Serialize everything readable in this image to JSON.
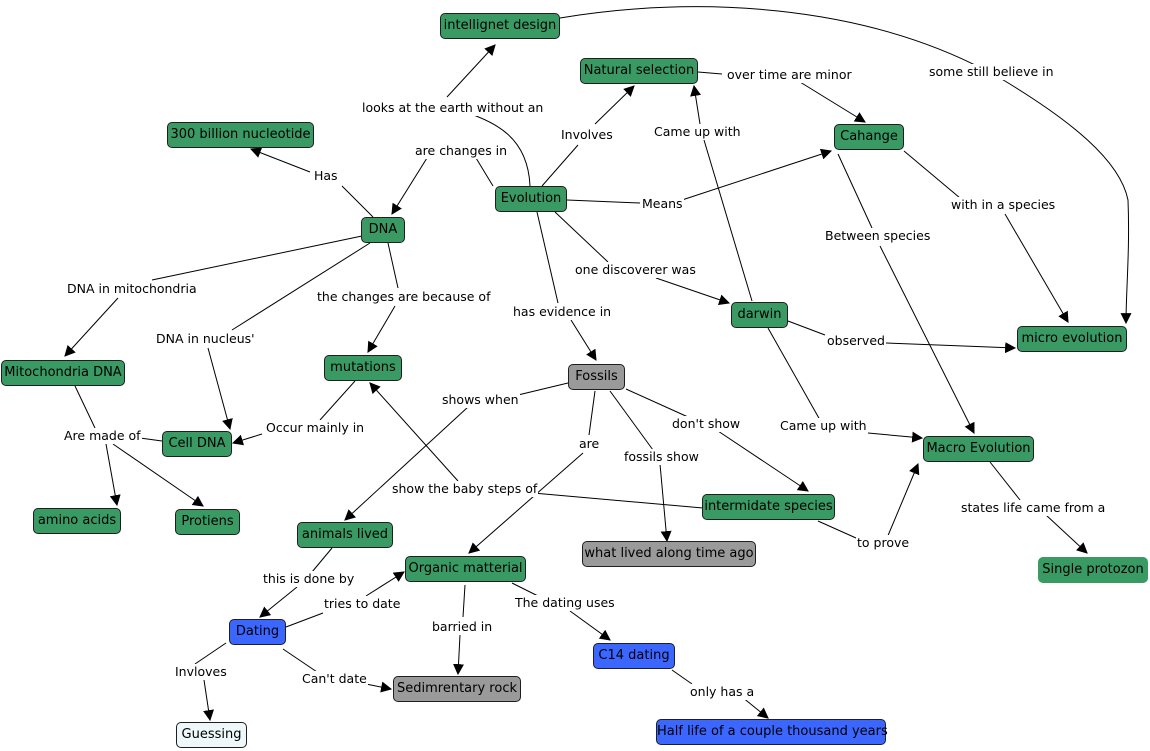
{
  "colors": {
    "green": "#3a9a64",
    "gray": "#9a9a9a",
    "blue": "#3b66ff",
    "pale": "#eef7f9"
  },
  "nodes": {
    "intelligent_design": "intellignet design",
    "natural_selection": "Natural selection",
    "nucleotide": "300 billion nucleotide",
    "cahange": "Cahange",
    "evolution": "Evolution",
    "dna": "DNA",
    "darwin": "darwin",
    "micro_evolution": "micro evolution",
    "mutations": "mutations",
    "mito_dna": "Mitochondria DNA",
    "fossils": "Fossils",
    "cell_dna": "Cell DNA",
    "macro_evolution": "Macro Evolution",
    "amino_acids": "amino acids",
    "protiens": "Protiens",
    "intermidate_species": "intermidate species",
    "animals_lived": "animals lived",
    "what_lived": "what lived along time ago",
    "organic_matterial": "Organic matterial",
    "single_protozon": "Single protozon",
    "dating": "Dating",
    "c14_dating": "C14 dating",
    "sedimrentary_rock": "Sedimrentary rock",
    "guessing": "Guessing",
    "half_life": "Half life of a couple thousand years"
  },
  "links": {
    "looks_at_earth": "looks at the earth without an",
    "some_still_believe": "some still believe in",
    "over_time_minor": "over time are minor",
    "involves": "Involves",
    "came_up_with_1": "Came up with",
    "are_changes_in": "are changes in",
    "has": "Has",
    "means": "Means",
    "with_in_species": "with in a species",
    "between_species": "Between species",
    "one_discoverer": "one discoverer was",
    "dna_in_mito": "DNA in mitochondria",
    "the_changes_because": "the changes are because of",
    "has_evidence_in": "has evidence in",
    "dna_in_nucleus": "DNA in nucleus'",
    "observed": "observed",
    "shows_when": "shows when",
    "dont_show": "don't show",
    "occur_mainly_in": "Occur mainly in",
    "are_made_of": "Are made of",
    "are": "are",
    "came_up_with_2": "Came up with",
    "fossils_show": "fossils show",
    "show_baby_steps": "show the baby steps of",
    "states_life": "states life came from a",
    "to_prove": "to prove",
    "this_is_done_by": "this is done by",
    "tries_to_date": "tries to date",
    "the_dating_uses": "The dating uses",
    "barried_in": "barried in",
    "invloves": "Invloves",
    "cant_date": "Can't date",
    "only_has_a": "only has a"
  }
}
